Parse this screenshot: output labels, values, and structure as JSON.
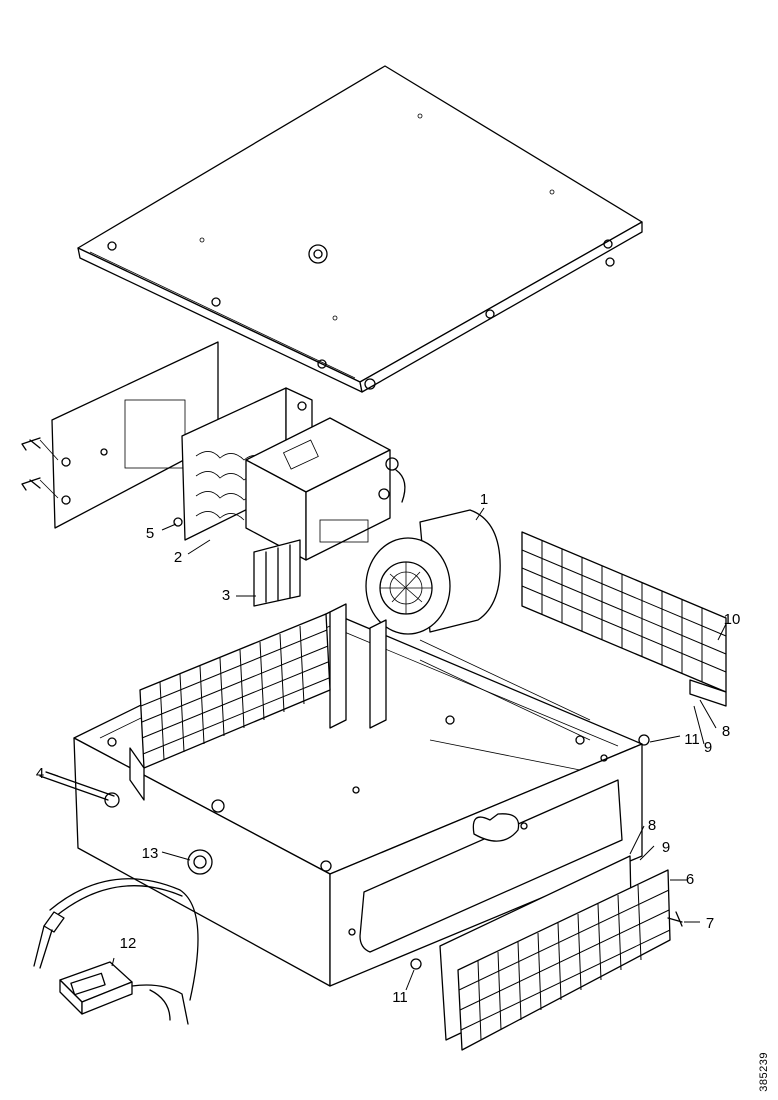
{
  "callouts": [
    {
      "key": "fan",
      "label": "1"
    },
    {
      "key": "transformer",
      "label": "2"
    },
    {
      "key": "terminal-block",
      "label": "3"
    },
    {
      "key": "pin",
      "label": "4"
    },
    {
      "key": "screw-left",
      "label": "5"
    },
    {
      "key": "front-grille",
      "label": "6"
    },
    {
      "key": "grille-screw",
      "label": "7"
    },
    {
      "key": "gasket-front",
      "label": "8"
    },
    {
      "key": "gasket-rear",
      "label": "8"
    },
    {
      "key": "seal-front",
      "label": "9"
    },
    {
      "key": "seal-rear",
      "label": "9"
    },
    {
      "key": "rear-grille",
      "label": "10"
    },
    {
      "key": "nut-rear",
      "label": "11"
    },
    {
      "key": "nut-front",
      "label": "11"
    },
    {
      "key": "display-unit",
      "label": "12"
    },
    {
      "key": "grommet",
      "label": "13"
    }
  ],
  "document_id": "385239"
}
